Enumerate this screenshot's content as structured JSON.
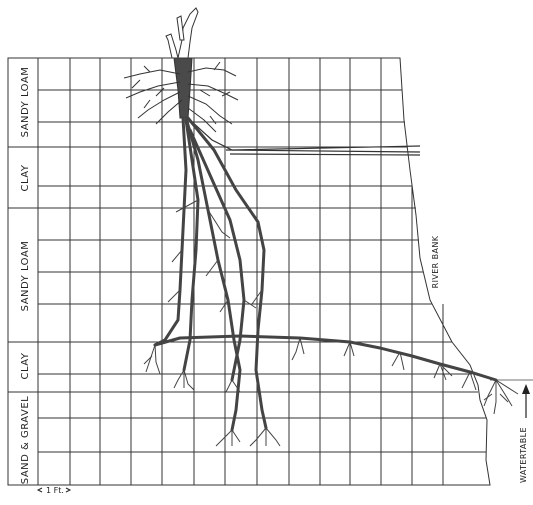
{
  "diagram": {
    "soil_layers": [
      {
        "label": "SANDY LOAM"
      },
      {
        "label": "CLAY"
      },
      {
        "label": "SANDY LOAM"
      },
      {
        "label": "CLAY"
      },
      {
        "label": "SAND & GRAVEL"
      }
    ],
    "river_bank_label": "RIVER BANK",
    "watertable_label": "WATERTABLE",
    "scale_label": "1 Ft."
  }
}
